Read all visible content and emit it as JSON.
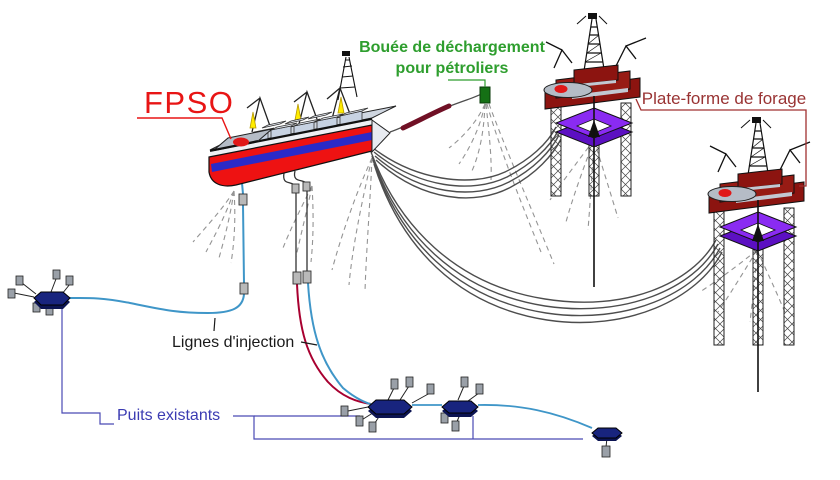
{
  "labels": {
    "fpso": "FPSO",
    "buoy_line1": "Bouée de déchargement",
    "buoy_line2": "pour pétroliers",
    "drilling_platform": "Plate-forme de forage",
    "injection_lines": "Lignes d'injection",
    "existing_wells": "Puits existants"
  },
  "colors": {
    "fpso_label": "#e81515",
    "buoy_label": "#2e9e2e",
    "platform_label": "#993333",
    "injection_label": "#1a1a1a",
    "wells_label": "#3b3bb2",
    "hull_red": "#ee1212",
    "hull_stripe_blue": "#2a2ac8",
    "platform_deck_red": "#8c1410",
    "pontoon_purple": "#8a2bf2",
    "injection_line_blue": "#3f96c8",
    "injection_line_red": "#a80030",
    "manifold_navy": "#18247e",
    "buoy_green": "#157015"
  },
  "components": [
    "fpso-vessel",
    "offloading-buoy",
    "drilling-platform-near",
    "drilling-platform-far",
    "subsea-manifolds",
    "injection-lines",
    "riser-bundles",
    "mooring-lines",
    "existing-wells-bracket"
  ]
}
